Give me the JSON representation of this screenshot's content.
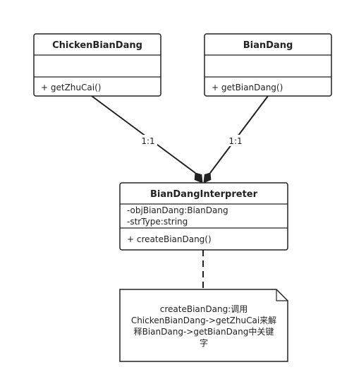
{
  "classes": {
    "chicken": {
      "name": "ChickenBianDang",
      "methods": [
        "+ getZhuCai()"
      ]
    },
    "biandang": {
      "name": "BianDang",
      "methods": [
        "+ getBianDang()"
      ]
    },
    "interpreter": {
      "name": "BianDangInterpreter",
      "attributes": [
        "-objBianDang:BianDang",
        "-strType:string"
      ],
      "methods": [
        "+ createBianDang()"
      ]
    }
  },
  "associations": {
    "chicken_mult": "1:1",
    "biandang_mult": "1:1"
  },
  "note": {
    "lines": [
      "createBianDang:调用",
      "ChickenBianDang->getZhuCai来解",
      "释BianDang->getBianDang中关键",
      "字"
    ]
  }
}
